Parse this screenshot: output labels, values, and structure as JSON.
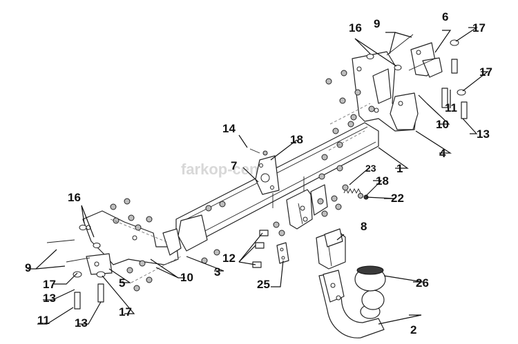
{
  "watermark": "farkop-center.ru",
  "labels": {
    "l1": "1",
    "l2": "2",
    "l3": "3",
    "l4": "4",
    "l5": "5",
    "l6": "6",
    "l7": "7",
    "l8": "8",
    "l9a": "9",
    "l9b": "9",
    "l10a": "10",
    "l10b": "10",
    "l11a": "11",
    "l11b": "11",
    "l12": "12",
    "l13a": "13",
    "l13b": "13",
    "l13c": "13",
    "l14": "14",
    "l16a": "16",
    "l16b": "16",
    "l17a": "17",
    "l17b": "17",
    "l17c": "17",
    "l17d": "17",
    "l18a": "18",
    "l18b": "18",
    "l22": "22",
    "l23": "23",
    "l25": "25",
    "l26": "26"
  }
}
